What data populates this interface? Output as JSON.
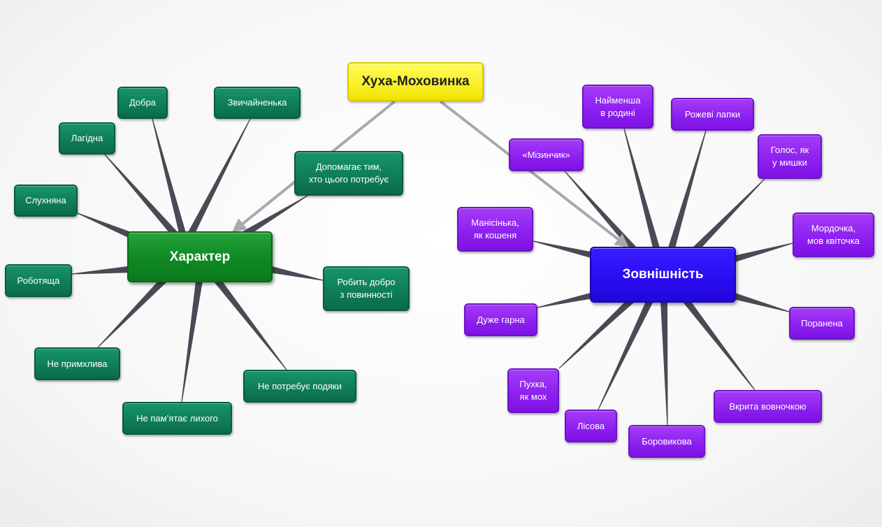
{
  "root": "Хуха-Моховинка",
  "branches": [
    {
      "title": "Характер",
      "items": [
        "Добра",
        "Звичайненька",
        "Лагідна",
        "Допомагає тим,\nхто цього потребує",
        "Слухняна",
        "Роботяща",
        "Робить добро\nз повинності",
        "Не примхлива",
        "Не потребує подяки",
        "Не пам’ятає лихого"
      ]
    },
    {
      "title": "Зовнішність",
      "items": [
        "Найменша\nв родині",
        "Рожеві лапки",
        "«Мізинчик»",
        "Голос, як\nу мишки",
        "Манісінька,\nяк кошеня",
        "Мордочка,\nмов квіточка",
        "Дуже гарна",
        "Поранена",
        "Пухка,\nяк мох",
        "Вкрита вовночкою",
        "Лісова",
        "Боровикова"
      ]
    }
  ],
  "colors": {
    "root": "#fbf02a",
    "character_hub": "#108a24",
    "character_items": "#0f7e5a",
    "appearance_hub": "#2a0df2",
    "appearance_items": "#8c1ff0",
    "connector": "#4a4a55",
    "arrow": "#a8a8b0"
  }
}
